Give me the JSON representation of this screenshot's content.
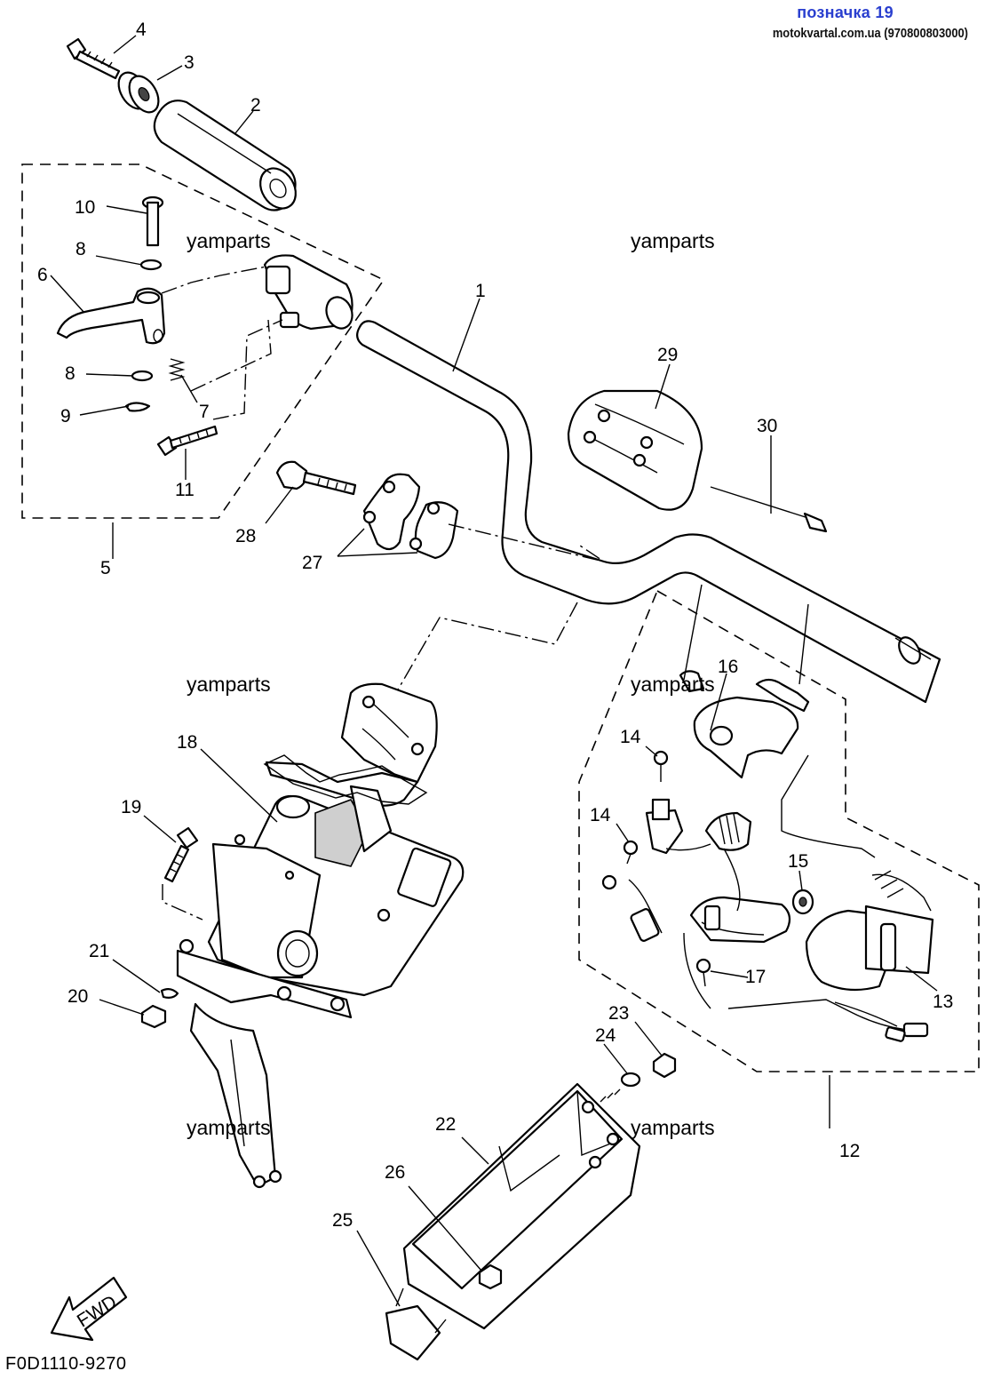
{
  "header": {
    "title": "позначка 19",
    "site": "motokvartal.com.ua (970800803000)"
  },
  "watermark": "yamparts",
  "figure_code": "F0D1110-9270",
  "fwd_label": "FWD",
  "callouts": [
    "4",
    "3",
    "2",
    "10",
    "8",
    "6",
    "8",
    "9",
    "7",
    "11",
    "5",
    "1",
    "29",
    "30",
    "28",
    "27",
    "18",
    "19",
    "21",
    "20",
    "16",
    "14",
    "14",
    "15",
    "17",
    "13",
    "12",
    "23",
    "24",
    "22",
    "26",
    "25"
  ]
}
